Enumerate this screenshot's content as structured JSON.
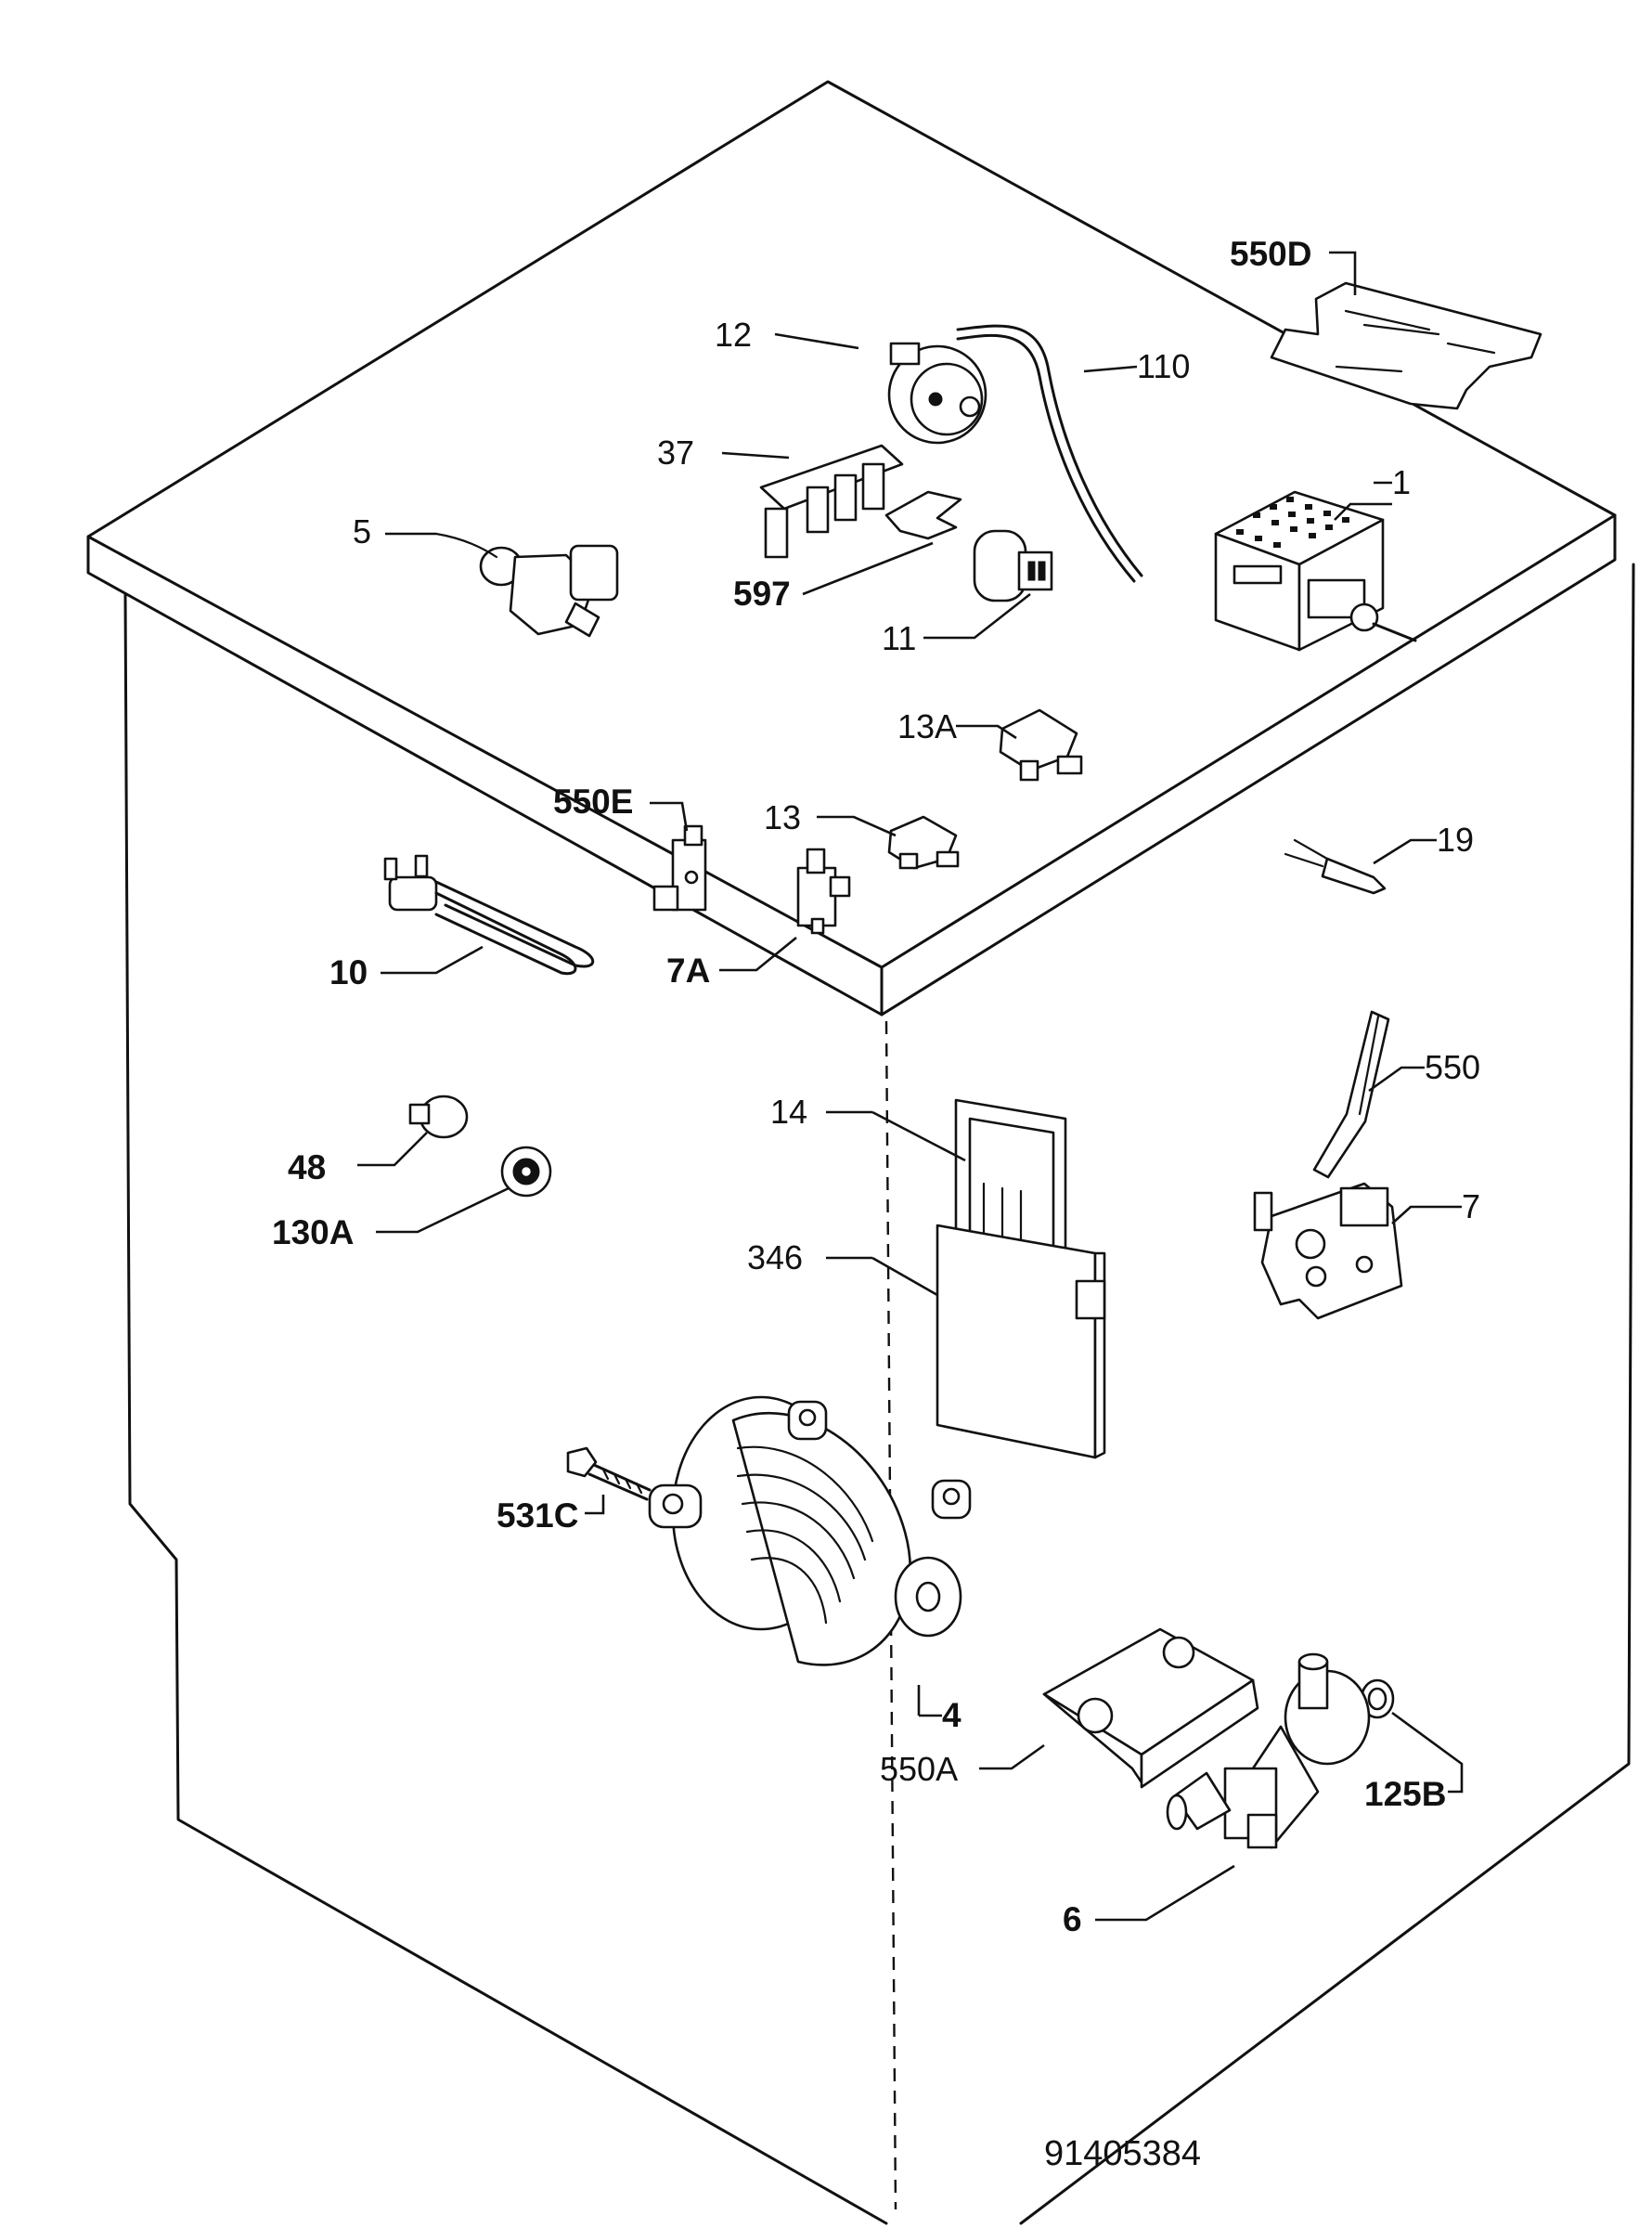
{
  "labels": {
    "l550d": "550D",
    "l12": "12",
    "l110": "110",
    "l37": "37",
    "l1": "1",
    "l5": "5",
    "l597": "597",
    "l11": "11",
    "l13a": "13A",
    "l550e": "550E",
    "l13": "13",
    "l19": "19",
    "l10": "10",
    "l7a": "7A",
    "l550": "550",
    "l14": "14",
    "l48": "48",
    "l130a": "130A",
    "l7": "7",
    "l346": "346",
    "l531c": "531C",
    "l4": "4",
    "l550a": "550A",
    "l125b": "125B",
    "l6": "6"
  },
  "drawing_number": "91405384"
}
